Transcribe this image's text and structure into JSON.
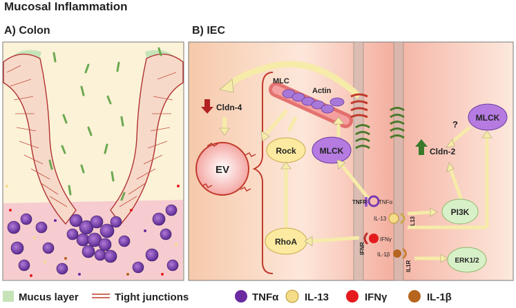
{
  "title": "Mucosal Inflammation",
  "panels": {
    "colon": "A) Colon",
    "iec": "B) IEC"
  },
  "iec_labels": {
    "mlc": "MLC",
    "actin": "Actin",
    "cldn4": "Cldn-4",
    "ev": "EV",
    "rock": "Rock",
    "mlck_left": "MLCK",
    "rhoa": "RhoA",
    "tnfr": "TNFR",
    "tnfa_ligand": "TNFα",
    "il13_ligand": "IL-13",
    "ifng_ligand": "IFNγ",
    "il1b_ligand": "IL-1β",
    "ifnr": "IFNR",
    "il1r": "IL1R",
    "il13_receptor": "IL13",
    "pi3k": "PI3K",
    "erk": "ERK1/2",
    "mlck_right": "MLCK",
    "cldn2": "Cldn-2",
    "question": "?"
  },
  "legend": {
    "mucus": "Mucus layer",
    "tight_junctions": "Tight junctions",
    "tnfa": "TNFα",
    "il13": "IL-13",
    "ifng": "IFNγ",
    "il1b": "IL-1β"
  },
  "colors": {
    "mucus": "#c6e3b8",
    "tight_junction": "#c0392b",
    "tnfa": "#6a2aa0",
    "il13": "#f4dc88",
    "ifng": "#e41a1c",
    "il1b": "#b5651d",
    "node_yellow": "#fbeaa0",
    "node_purple": "#b57be0",
    "node_green": "#d8f0c8"
  }
}
